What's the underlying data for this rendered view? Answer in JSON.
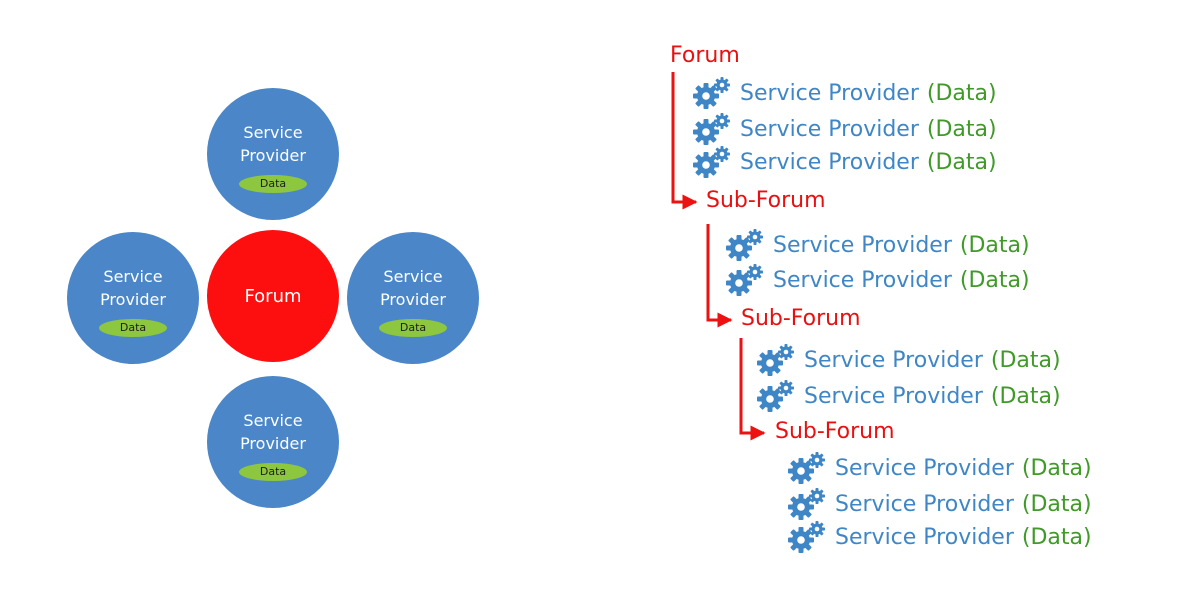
{
  "colors": {
    "service_provider": "#4a86c8",
    "forum": "#fe0f0f",
    "data_pill": "#8dc63f",
    "tree_forum_text": "#e81010",
    "tree_sp_text": "#3f86c6",
    "tree_data_text": "#3f9a28",
    "tree_line": "#ee1111"
  },
  "left_diagram": {
    "center": {
      "label": "Forum"
    },
    "nodes": [
      {
        "label": "Service Provider",
        "data_label": "Data"
      },
      {
        "label": "Service Provider",
        "data_label": "Data"
      },
      {
        "label": "Service Provider",
        "data_label": "Data"
      },
      {
        "label": "Service Provider",
        "data_label": "Data"
      }
    ]
  },
  "tree": {
    "root_label": "Forum",
    "icon": "gears-icon",
    "levels": [
      {
        "items": [
          {
            "label": "Service Provider",
            "data": "(Data)"
          },
          {
            "label": "Service Provider",
            "data": "(Data)"
          },
          {
            "label": "Service Provider",
            "data": "(Data)"
          }
        ]
      },
      {
        "label": "Sub-Forum",
        "items": [
          {
            "label": "Service Provider",
            "data": "(Data)"
          },
          {
            "label": "Service Provider",
            "data": "(Data)"
          }
        ]
      },
      {
        "label": "Sub-Forum",
        "items": [
          {
            "label": "Service Provider",
            "data": "(Data)"
          },
          {
            "label": "Service Provider",
            "data": "(Data)"
          }
        ]
      },
      {
        "label": "Sub-Forum",
        "items": [
          {
            "label": "Service Provider",
            "data": "(Data)"
          },
          {
            "label": "Service Provider",
            "data": "(Data)"
          },
          {
            "label": "Service Provider",
            "data": "(Data)"
          }
        ]
      }
    ]
  }
}
